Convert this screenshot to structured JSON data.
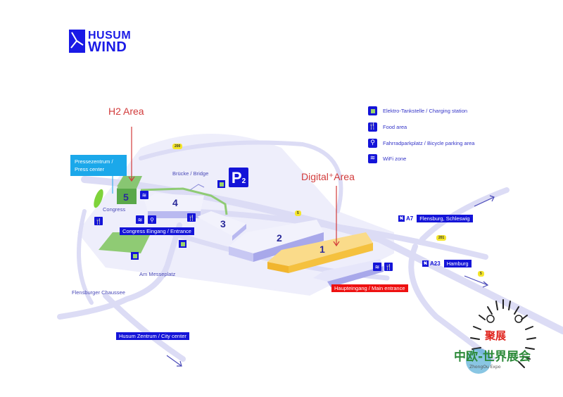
{
  "logo": {
    "line1": "HUSUM",
    "line2": "WIND"
  },
  "legend": [
    {
      "icon": "charging-station-icon",
      "label": "Elektro-Tankstelle / Charging station"
    },
    {
      "icon": "food-icon",
      "label": "Food area"
    },
    {
      "icon": "bicycle-icon",
      "label": "Fahrradparkplatz / Bicycle parking area"
    },
    {
      "icon": "wifi-icon",
      "label": "WiFi zone"
    }
  ],
  "areas": {
    "h2": "H2 Area",
    "digital": "Digital⁺Area"
  },
  "tags": {
    "press": "Pressezentrum / Press center",
    "congress_entrance": "Congress Eingang / Entrance",
    "main_entrance": "Haupteingang / Main entrance",
    "city_center": "Husum Zentrum / City center",
    "flensburg": "Flensburg, Schleswig",
    "hamburg": "Hamburg"
  },
  "highways": {
    "a7": "A7",
    "a23": "A23"
  },
  "road_numbers": {
    "r200": "200",
    "r5a": "5",
    "r201": "201",
    "r5b": "5"
  },
  "places": {
    "bridge": "Brücke / Bridge",
    "congress": "Congress",
    "messeplatz": "Am Messeplatz",
    "chaussee": "Flensburger Chaussee",
    "parking": "P",
    "parking_num": "2"
  },
  "halls": [
    "1",
    "2",
    "3",
    "4",
    "5"
  ],
  "colors": {
    "brand": "#1414d8",
    "area_label": "#d23b3b",
    "hall1": "#f7c340",
    "hall5": "#6dbb5a",
    "press": "#1ba8ea",
    "main_entrance": "#ee1111"
  },
  "qr": {
    "label_top": "聚展",
    "label_main": "中欧-世界展会",
    "label_sub": "ZhongOu Expo"
  }
}
